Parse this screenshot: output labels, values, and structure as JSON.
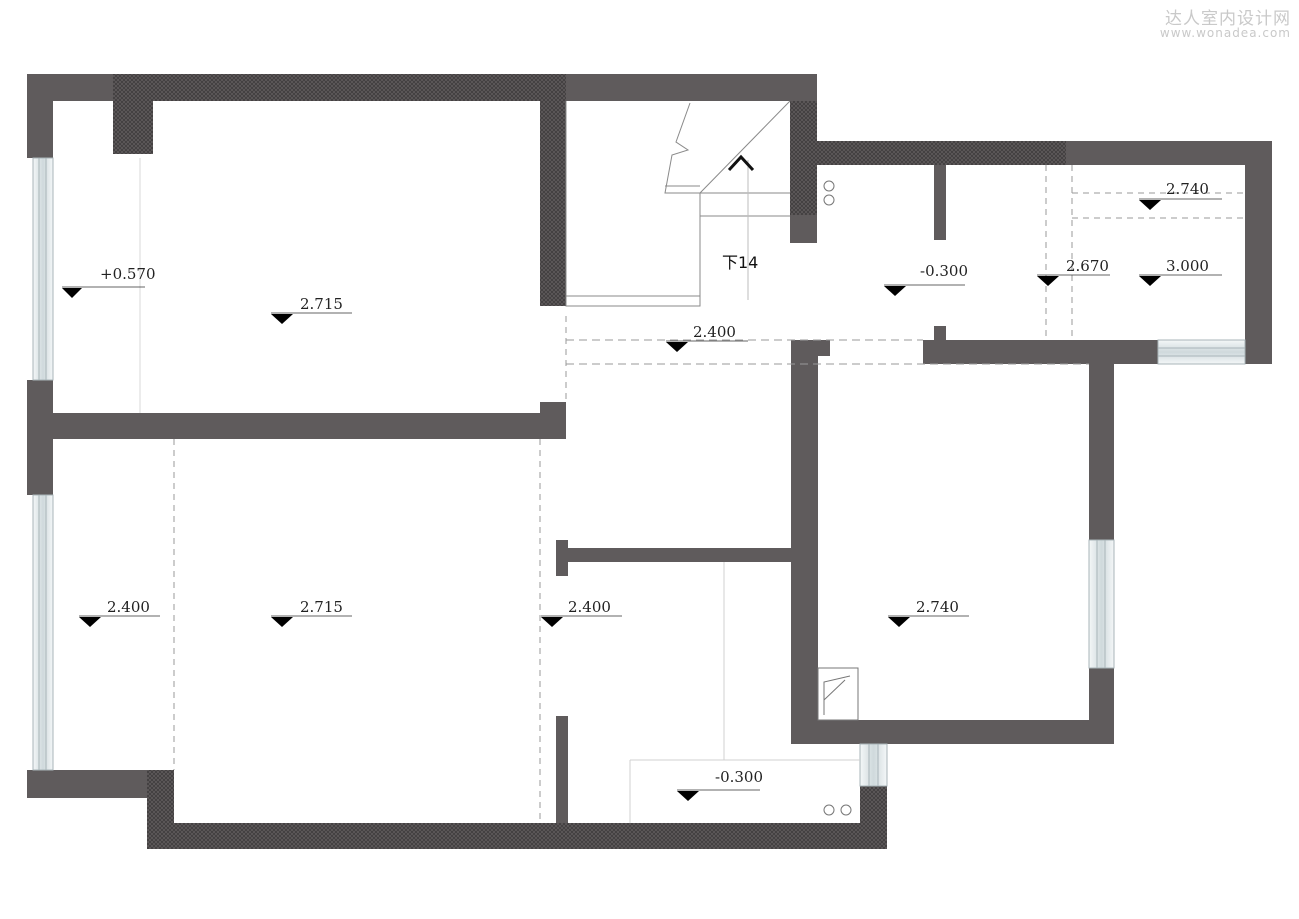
{
  "watermark": {
    "name": "达人室内设计网",
    "url": "www.wonadea.com"
  },
  "stair": {
    "label": "下14"
  },
  "levels": [
    {
      "id": "balcony-left",
      "text": "+0.570"
    },
    {
      "id": "bedroom-top",
      "text": "2.715"
    },
    {
      "id": "corridor",
      "text": "2.400"
    },
    {
      "id": "kitchen",
      "text": "-0.300"
    },
    {
      "id": "service-a",
      "text": "2.670"
    },
    {
      "id": "service-b-top",
      "text": "2.740"
    },
    {
      "id": "service-b",
      "text": "3.000"
    },
    {
      "id": "west-strip",
      "text": "2.400"
    },
    {
      "id": "living",
      "text": "2.715"
    },
    {
      "id": "hall",
      "text": "2.400"
    },
    {
      "id": "bedroom-right",
      "text": "2.740"
    },
    {
      "id": "bathroom",
      "text": "-0.300"
    }
  ],
  "colors": {
    "wall": "#5f5b5c",
    "hatch": "#4a4748",
    "window": "#dfe7ea",
    "line": "#9a9a9a"
  }
}
